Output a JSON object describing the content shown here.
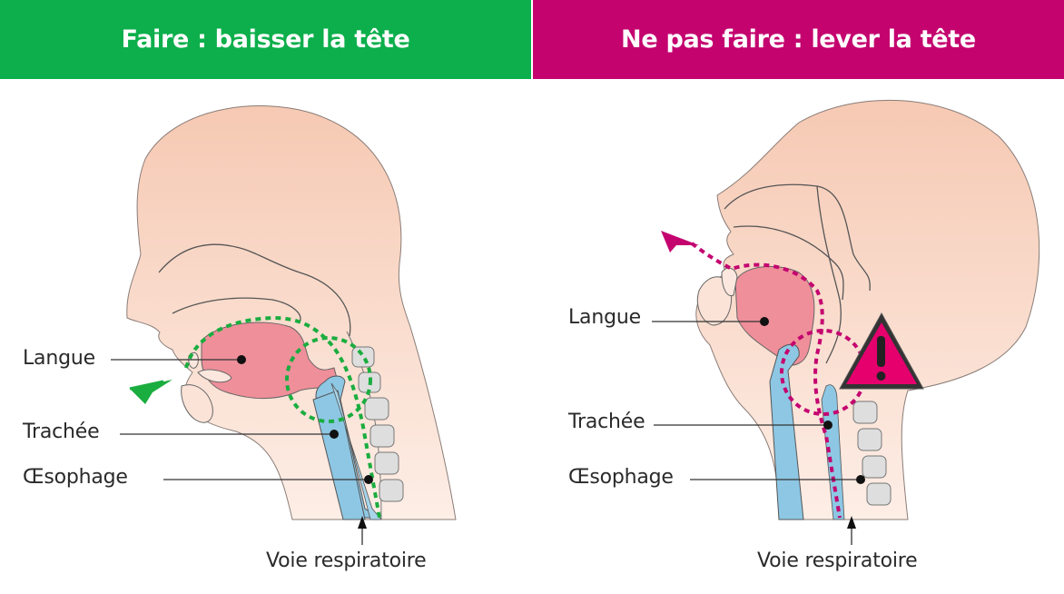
{
  "headers": {
    "do": {
      "label": "Faire : baisser la tête",
      "color": "#0caf4b"
    },
    "dont": {
      "label": "Ne pas faire : lever la tête",
      "color": "#c4036f"
    }
  },
  "panels": {
    "left": {
      "title": "Faire : baisser la tête",
      "path_color": "#1aad3f",
      "labels": {
        "tongue": "Langue",
        "trachea": "Trachée",
        "esophagus": "Œsophage",
        "airway": "Voie respiratoire"
      }
    },
    "right": {
      "title": "Ne pas faire : lever la tête",
      "path_color": "#c4036f",
      "warning_icon": "warning-triangle-icon",
      "labels": {
        "tongue": "Langue",
        "trachea": "Trachée",
        "esophagus": "Œsophage",
        "airway": "Voie respiratoire"
      }
    }
  },
  "colors": {
    "skin": "#f8d3c1",
    "tongue": "#ef8f9a",
    "airway_blue": "#8dc7e4",
    "vertebra": "#dedede",
    "outline": "#555555",
    "warning_fill": "#e5006e"
  }
}
